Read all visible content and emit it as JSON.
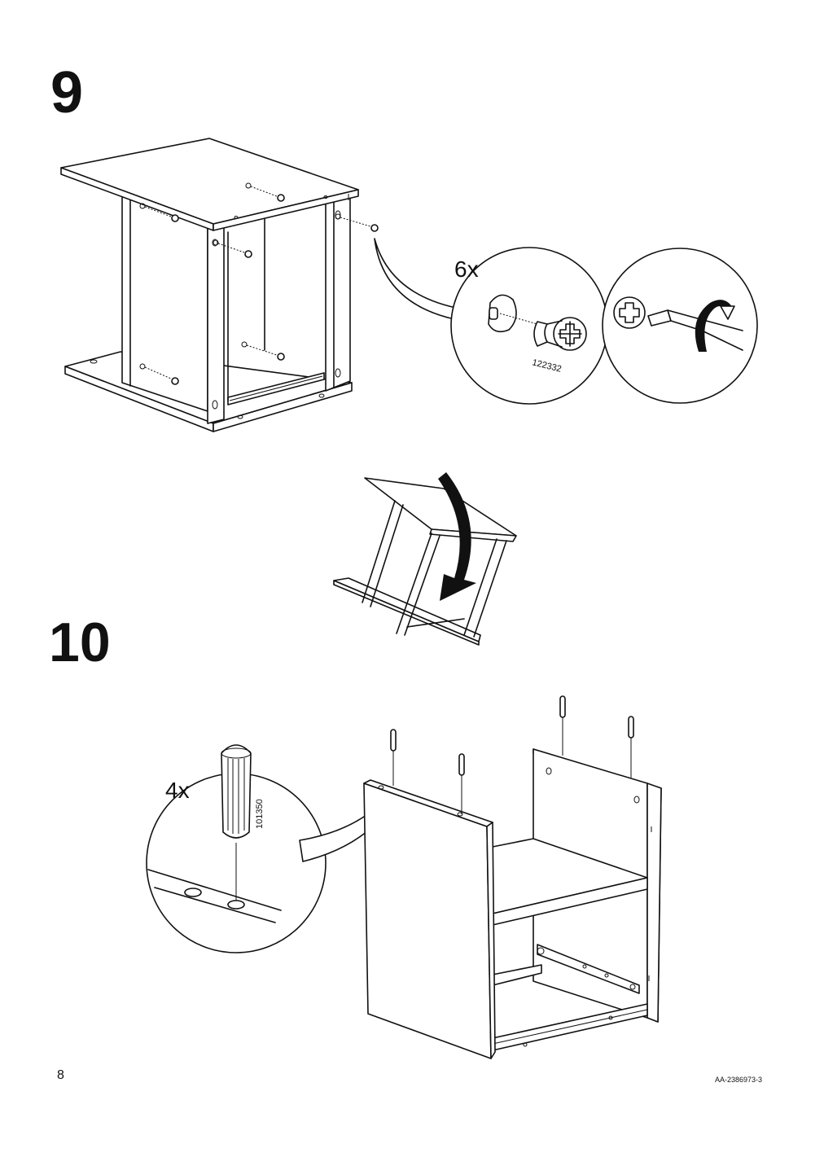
{
  "page": {
    "number": "8",
    "doc_id": "AA-2386973-3"
  },
  "steps": [
    {
      "number": "9",
      "callout": {
        "quantity": "6x",
        "part_number": "122332"
      }
    },
    {
      "number": "10",
      "callout": {
        "quantity": "4x",
        "part_number": "101350"
      }
    }
  ]
}
